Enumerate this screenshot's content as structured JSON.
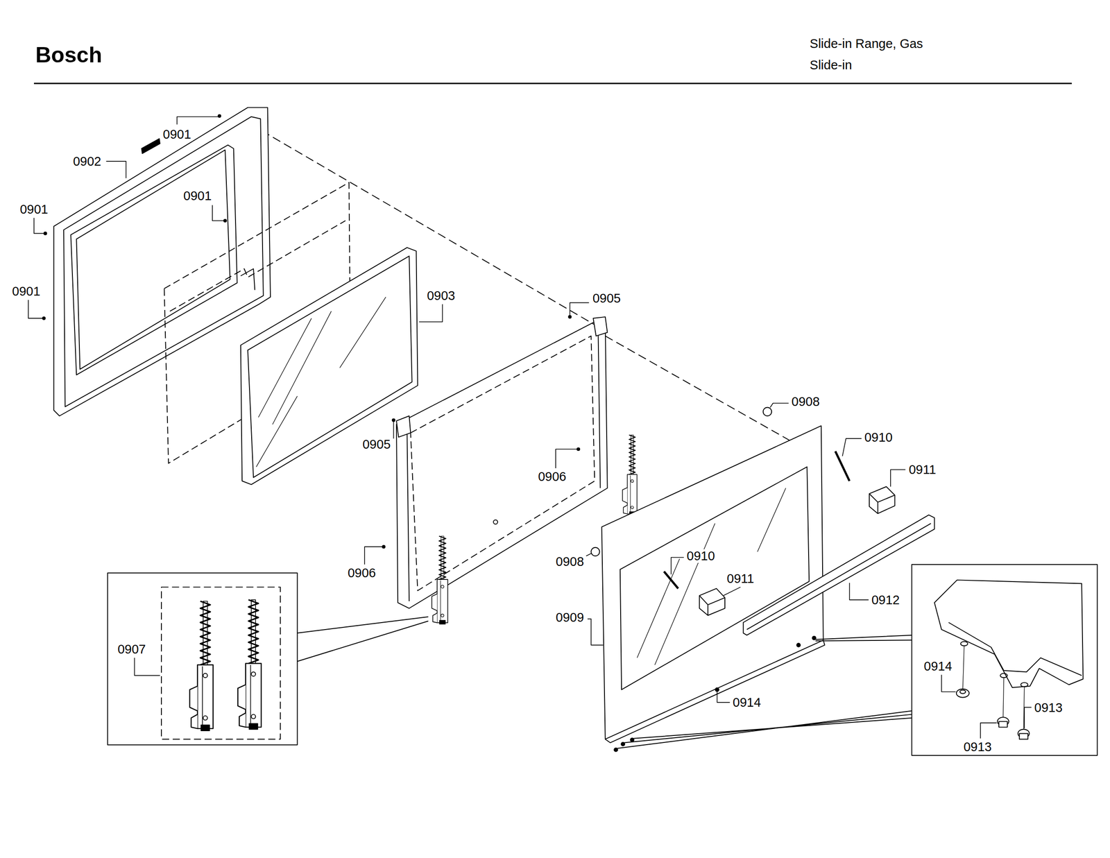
{
  "diagram": {
    "title": "Bosch",
    "labels": [
      "Slide-in Range, Gas",
      "Slide-in",
      "0901",
      "0902",
      "0901",
      "0901",
      "0901",
      "0903",
      "0905",
      "0908",
      "0905",
      "0910",
      "0911",
      "0906",
      "0908",
      "0910",
      "0906",
      "0911",
      "0912",
      "0909",
      "0907",
      "0914",
      "0914",
      "0913",
      "0913"
    ]
  }
}
